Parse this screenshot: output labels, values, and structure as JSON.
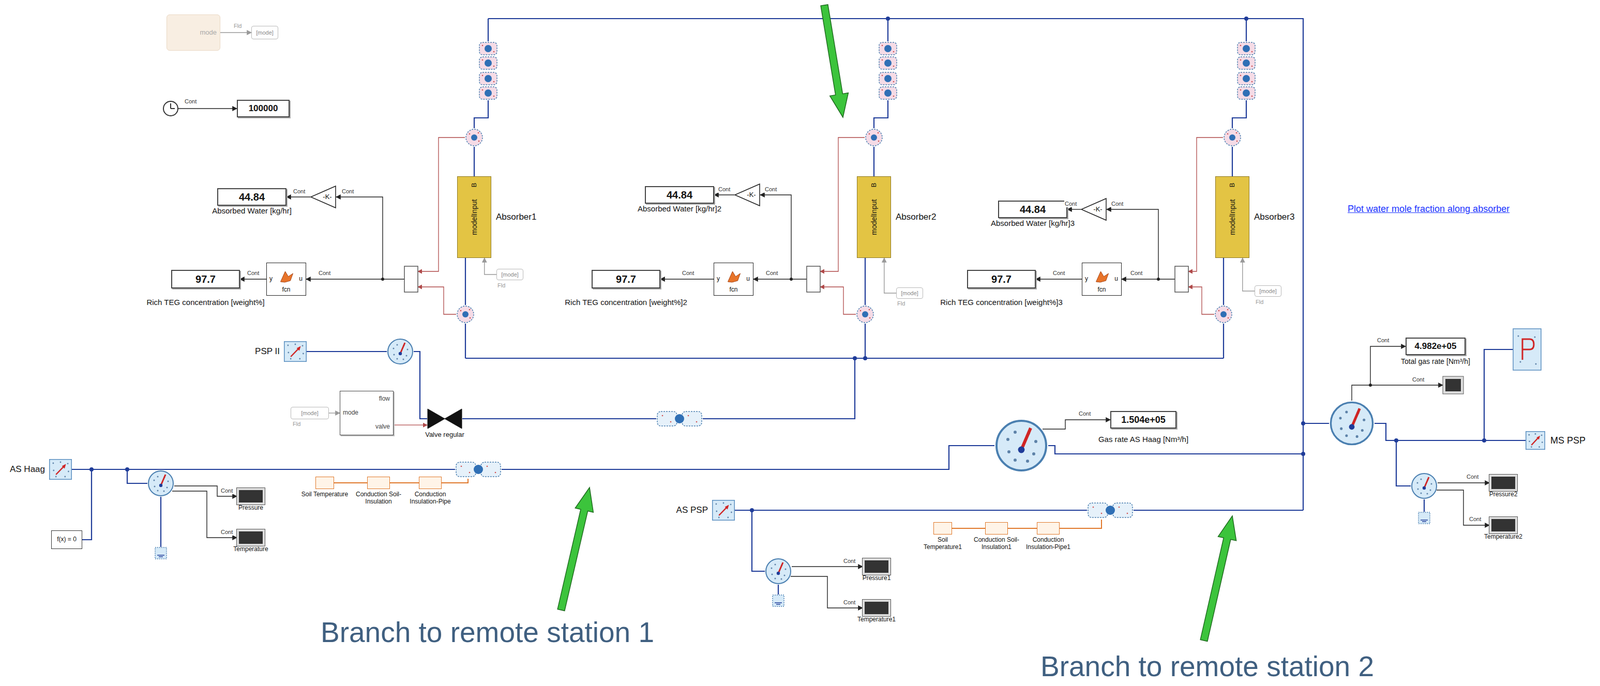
{
  "diagram": {
    "nodes": [
      {
        "text": [
          "mode"
        ]
      },
      {
        "text": [
          "[mode]"
        ]
      },
      {
        "text": [
          "100000"
        ]
      },
      {
        "text": [
          "44.84",
          "Absorbed Water [kg/hr]"
        ]
      },
      {
        "text": [
          "-K-"
        ]
      },
      {
        "text": [
          "y",
          "u",
          "fcn"
        ]
      },
      {
        "text": [
          "97.7",
          "Rich TEG concentration [weight%]"
        ]
      },
      {
        "text": [
          "B",
          "modelInput",
          "Absorber1"
        ]
      },
      {
        "text": [
          "[mode]"
        ]
      },
      {
        "text": [
          "44.84",
          "Absorbed Water [kg/hr]2"
        ]
      },
      {
        "text": [
          "-K-"
        ]
      },
      {
        "text": [
          "y",
          "u",
          "fcn"
        ]
      },
      {
        "text": [
          "97.7",
          "Rich TEG concentration [weight%]2"
        ]
      },
      {
        "text": [
          "B",
          "modelInput",
          "Absorber2"
        ]
      },
      {
        "text": [
          "[mode]"
        ]
      },
      {
        "text": [
          "44.84",
          "Absorbed Water [kg/hr]3"
        ]
      },
      {
        "text": [
          "-K-"
        ]
      },
      {
        "text": [
          "y",
          "u",
          "fcn"
        ]
      },
      {
        "text": [
          "97.7",
          "Rich TEG concentration [weight%]3"
        ]
      },
      {
        "text": [
          "B",
          "modelInput",
          "Absorber3"
        ]
      },
      {
        "text": [
          "[mode]"
        ]
      },
      {
        "text": [
          "PSP II"
        ]
      },
      {
        "text": [
          "[mode]"
        ]
      },
      {
        "text": [
          "mode",
          "flow",
          "valve"
        ]
      },
      {
        "text": [
          "Valve regular"
        ]
      },
      {
        "text": [
          "AS Haag"
        ]
      },
      {
        "text": [
          "f(x) = 0"
        ]
      },
      {
        "text": [
          "Pressure"
        ]
      },
      {
        "text": [
          "Temperature"
        ]
      },
      {
        "text": [
          "Soil Temperature"
        ]
      },
      {
        "text": [
          "Conduction Soil-Insulation"
        ]
      },
      {
        "text": [
          "Conduction Insulation-Pipe"
        ]
      },
      {
        "text": [
          "1.504e+05",
          "Gas rate AS Haag [Nm³/h]"
        ]
      },
      {
        "text": [
          "AS PSP"
        ]
      },
      {
        "text": [
          "Pressure1"
        ]
      },
      {
        "text": [
          "Temperature1"
        ]
      },
      {
        "text": [
          "Soil Temperature1"
        ]
      },
      {
        "text": [
          "Conduction Soil-Insulation1"
        ]
      },
      {
        "text": [
          "Conduction Insulation-Pipe1"
        ]
      },
      {
        "text": [
          "4.982e+05",
          "Total gas rate [Nm³/h]"
        ]
      },
      {
        "text": [
          "MS PSP"
        ]
      },
      {
        "text": [
          "Pressure2"
        ]
      },
      {
        "text": [
          "Temperature2"
        ]
      }
    ],
    "edges": [
      {
        "from": 0,
        "to": 1,
        "arrow": "to"
      },
      {
        "from": 4,
        "to": 3,
        "arrow": "to"
      },
      {
        "from": 5,
        "to": 6,
        "arrow": "to"
      },
      {
        "from": 8,
        "to": 7,
        "arrow": "to"
      },
      {
        "from": 10,
        "to": 9,
        "arrow": "to"
      },
      {
        "from": 11,
        "to": 12,
        "arrow": "to"
      },
      {
        "from": 14,
        "to": 13,
        "arrow": "to"
      },
      {
        "from": 16,
        "to": 15,
        "arrow": "to"
      },
      {
        "from": 17,
        "to": 18,
        "arrow": "to"
      },
      {
        "from": 20,
        "to": 19,
        "arrow": "to"
      },
      {
        "from": 22,
        "to": 23,
        "arrow": "to"
      },
      {
        "from": 23,
        "to": 24,
        "arrow": "to"
      },
      {
        "from": 25,
        "to": 26,
        "arrow": "none"
      },
      {
        "from": 29,
        "to": 30,
        "arrow": "none"
      },
      {
        "from": 30,
        "to": 31,
        "arrow": "none"
      },
      {
        "from": 36,
        "to": 37,
        "arrow": "none"
      },
      {
        "from": 37,
        "to": 38,
        "arrow": "none"
      }
    ],
    "labels": [
      "Fld",
      "Cont",
      "Cont",
      "Cont",
      "Cont",
      "Cont",
      "Fld",
      "Cont",
      "Cont",
      "Cont",
      "Cont",
      "Fld",
      "Cont",
      "Cont",
      "Cont",
      "Cont",
      "Fld",
      "Plot water mole fraction along absorber",
      "Fld",
      "Cont",
      "Cont",
      "Branch to remote station 1",
      "Cont",
      "Cont",
      "Cont",
      "Branch to remote station 2",
      "Cont",
      "Cont",
      "Cont",
      "Cont"
    ]
  }
}
